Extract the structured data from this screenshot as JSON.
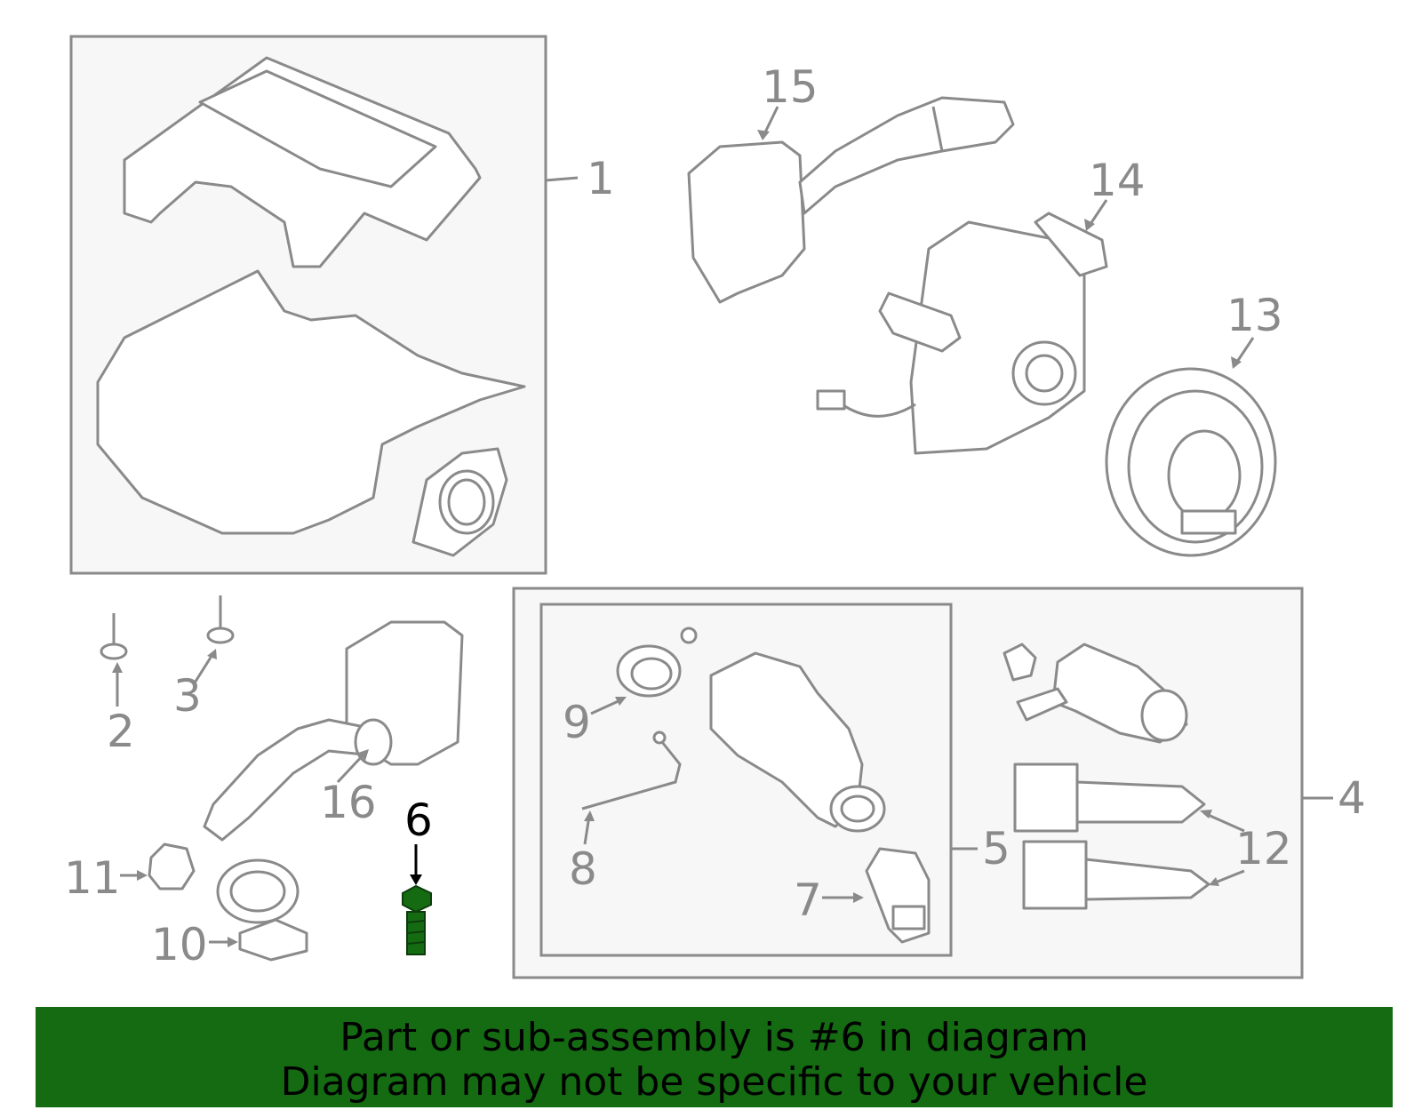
{
  "diagram": {
    "highlight_color": "#146b12",
    "callouts": [
      "1",
      "2",
      "3",
      "4",
      "5",
      "6",
      "7",
      "8",
      "9",
      "10",
      "11",
      "12",
      "13",
      "14",
      "15",
      "16"
    ],
    "highlighted_part": "6"
  },
  "banner": {
    "line1": "Part or sub-assembly is #6 in diagram",
    "line2": "Diagram may not be specific to your vehicle",
    "background": "#146b12"
  }
}
